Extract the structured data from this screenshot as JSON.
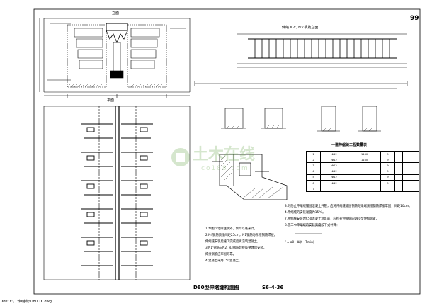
{
  "page_number": "99",
  "drawing_title": "D80型伸缩缝构造图",
  "drawing_code": "S6-4-36",
  "file_label": "Xref F:\\...\\伸缩缝\\D80.TK.dwg",
  "elevation": {
    "title": "立面"
  },
  "plan": {
    "title": "平面"
  },
  "rebar_view": {
    "title": "伸缩 N2', N3'钢筋立面"
  },
  "reinforcement_table": {
    "title": "一道伸缩缝工程数量表",
    "rows": [
      [
        "1",
        "Φ12",
        "1160",
        "9",
        "",
        "",
        ""
      ],
      [
        "2",
        "Φ12",
        "1160",
        "9",
        "",
        "",
        ""
      ],
      [
        "3",
        "Φ12",
        "",
        "9",
        "",
        "",
        ""
      ],
      [
        "4",
        "Φ12",
        "",
        "9",
        "",
        "",
        ""
      ],
      [
        "5",
        "Φ12",
        "",
        "9",
        "",
        "",
        ""
      ],
      [
        "6",
        "Φ12",
        "",
        "9",
        "",
        "",
        ""
      ],
      [
        "7",
        "",
        "",
        "",
        "",
        "",
        ""
      ]
    ]
  },
  "notes_right": [
    "3.为防止伸缩缝锚固混凝土开裂，应将伸缩缝锚固钢筋与梁端预埋钢筋焊接牢固，间距10cm。",
    "4.伸缩缝的安装温度为15℃。",
    "7.伸缩缝安装时C50混凝土浇筑前，应检查伸缩缝的D80型伸缩装置。",
    "8.施工中伸缩缝的安装宽度按下式计算："
  ],
  "formula": "f = a0 - Δl(t - Tmin)",
  "notes_left": [
    "1.本图尺寸除注明外，余均以毫米计。",
    "2.N4钢筋预埋间距25cm，N1钢筋与预埋钢筋焊接，",
    "  伸缩缝安装后施工完成后再浇筑混凝土。",
    "3.N1'钢筋与N2, N3钢筋焊接成整体后安装，",
    "  焊接钢筋应牢固可靠。",
    "4.混凝土采用C50混凝土。"
  ],
  "watermark": {
    "cn": "土木在线",
    "en": "co188.com"
  }
}
